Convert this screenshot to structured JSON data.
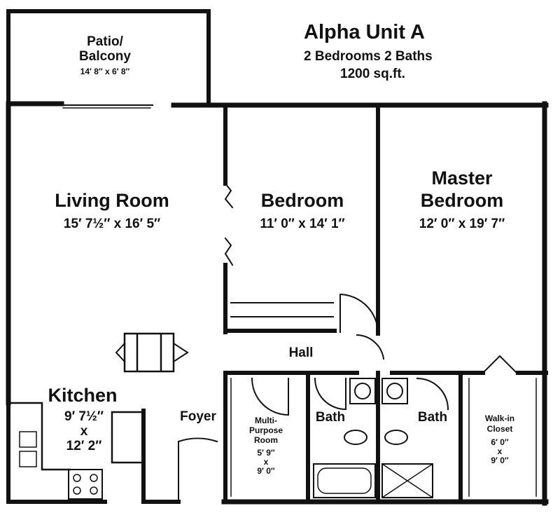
{
  "title": {
    "unit_name": "Alpha Unit A",
    "rooms_line": "2 Bedrooms 2 Baths",
    "area_line": "1200 sq.ft."
  },
  "rooms": {
    "patio": {
      "name_line1": "Patio/",
      "name_line2": "Balcony",
      "dims": "14′ 8″ x 6′ 8″"
    },
    "living_room": {
      "name": "Living Room",
      "dims": "15′ 7½″ x 16′ 5″"
    },
    "bedroom": {
      "name": "Bedroom",
      "dims": "11′ 0″ x 14′ 1″"
    },
    "master_bedroom": {
      "name_line1": "Master",
      "name_line2": "Bedroom",
      "dims": "12′ 0″ x 19′ 7″"
    },
    "hall": {
      "name": "Hall"
    },
    "kitchen": {
      "name": "Kitchen",
      "dim_w": "9′ 7½″",
      "dim_x": "x",
      "dim_l": "12′ 2″"
    },
    "foyer": {
      "name": "Foyer"
    },
    "multi_purpose": {
      "name_line1": "Multi-",
      "name_line2": "Purpose",
      "name_line3": "Room",
      "dim_w": "5′ 9″",
      "dim_x": "x",
      "dim_l": "9′ 0″"
    },
    "bath_left": {
      "name": "Bath"
    },
    "bath_right": {
      "name": "Bath"
    },
    "walk_in_closet": {
      "name_line1": "Walk-in",
      "name_line2": "Closet",
      "dim_w": "6′ 0″",
      "dim_x": "x",
      "dim_l": "9′ 0″"
    }
  }
}
